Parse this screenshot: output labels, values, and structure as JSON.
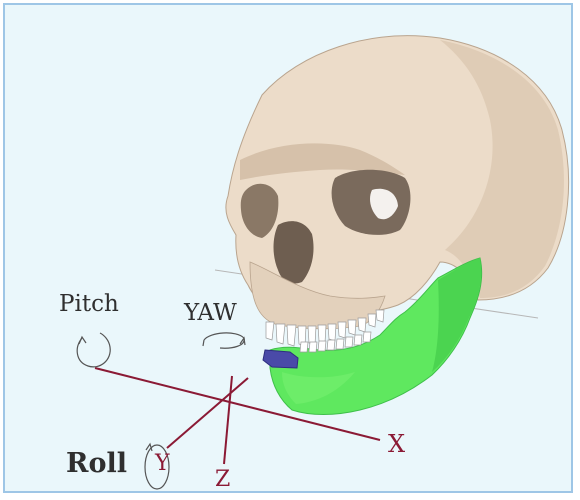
{
  "diagram": {
    "labels": {
      "pitch": "Pitch",
      "yaw": "YAW",
      "roll": "Roll",
      "x_axis": "X",
      "y_axis": "Y",
      "z_axis": "Z"
    },
    "colors": {
      "background": "#eaf7fb",
      "border": "#9ec6e6",
      "skull": "#ecdcc9",
      "skull_shadow": "#c9b6a1",
      "mandible": "#5fe85f",
      "mandible_shadow": "#3fbf4a",
      "marker": "#4a4aa8",
      "axes": "#8b1a35"
    }
  }
}
